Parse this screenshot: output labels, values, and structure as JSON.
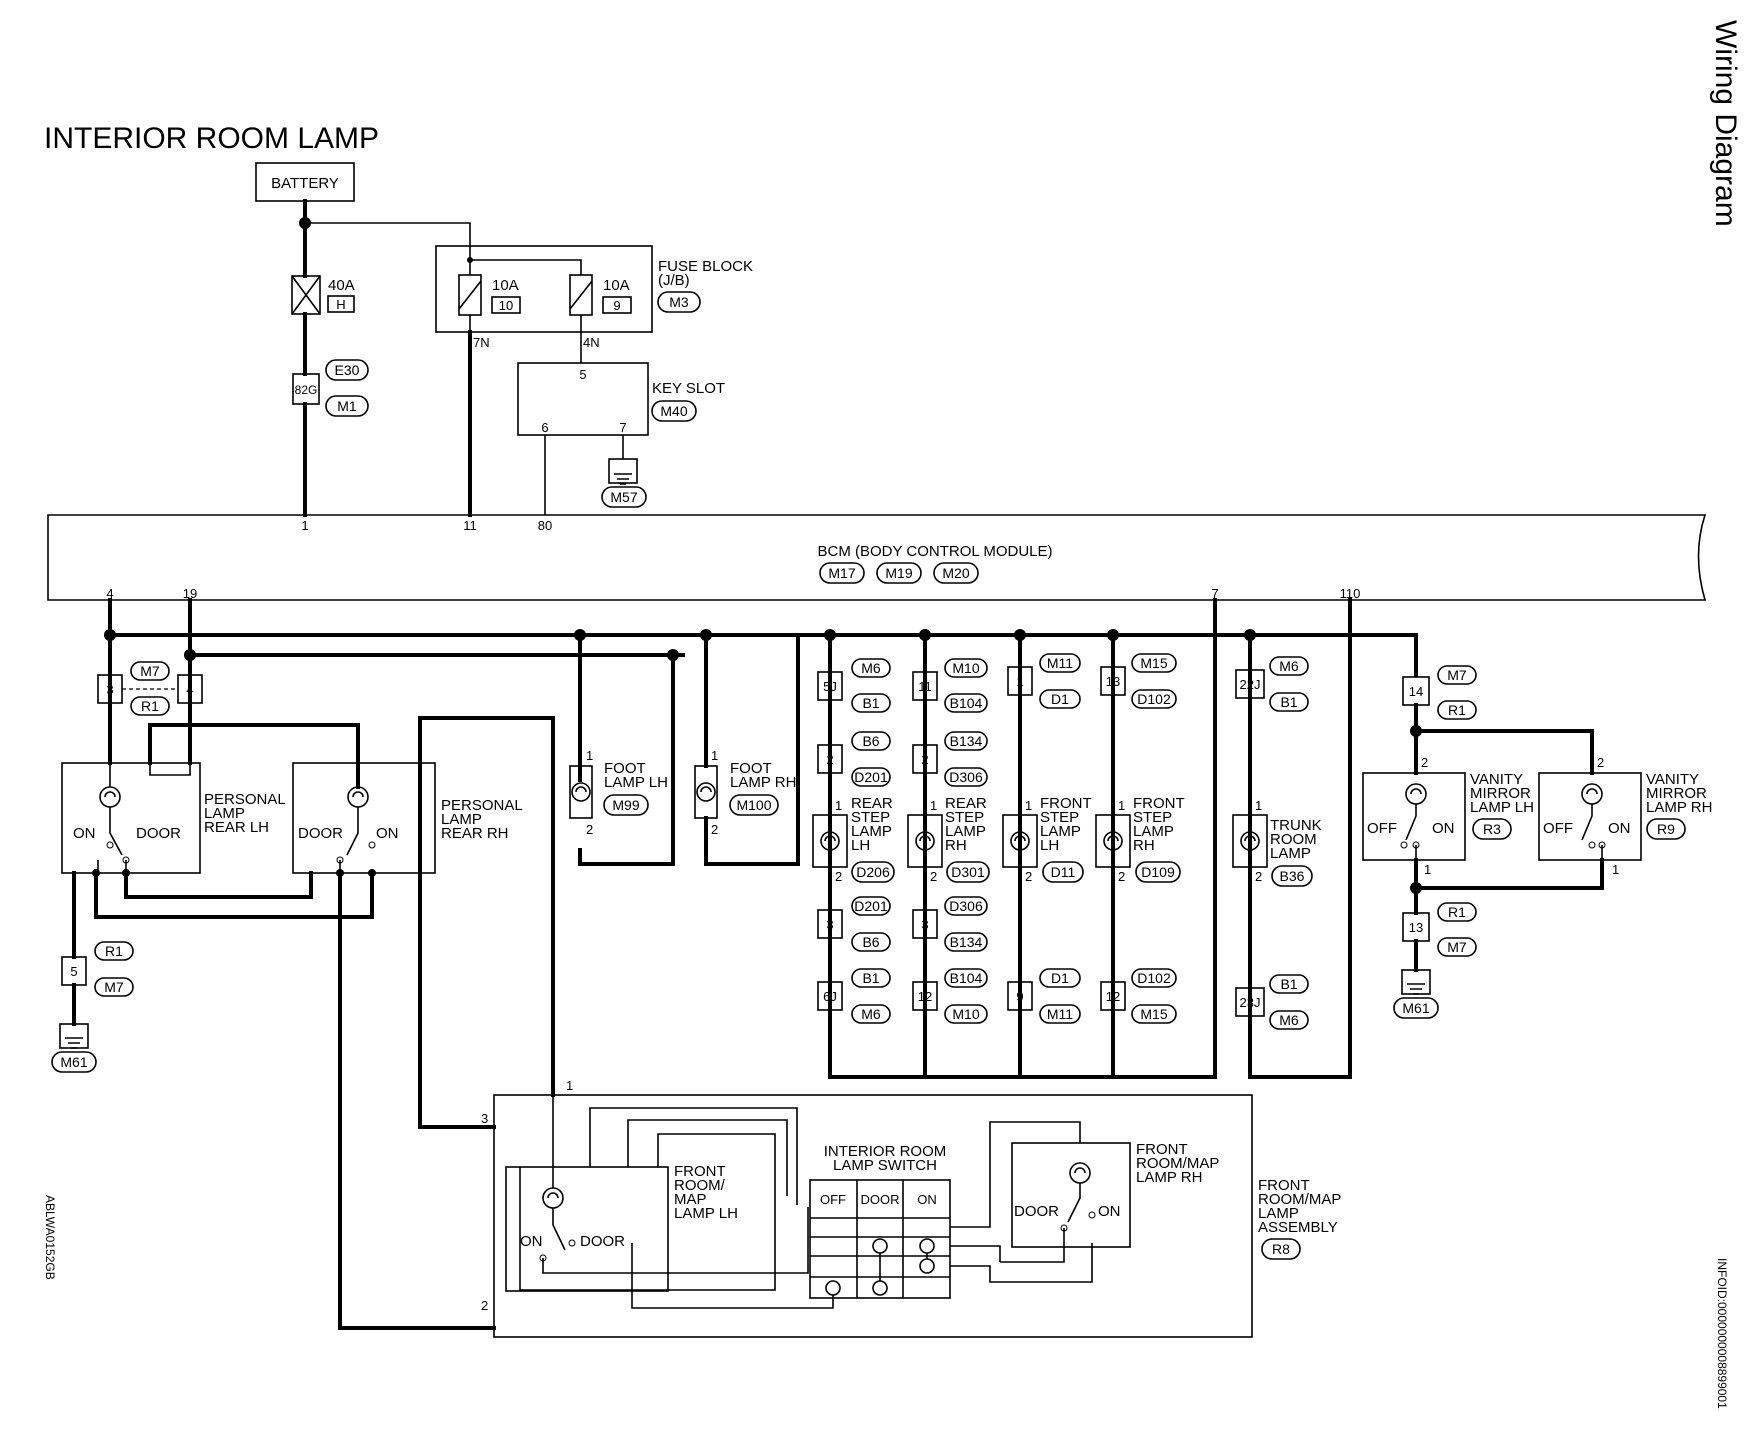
{
  "title": "INTERIOR ROOM LAMP",
  "side_title": "Wiring Diagram",
  "left_code": "ABLWA0152GB",
  "right_code": "INFOID:0000000008899001",
  "battery": "BATTERY",
  "fuse_40a": {
    "rating": "40A",
    "id": "H"
  },
  "fuse_block": {
    "line1": "FUSE BLOCK",
    "line2": "(J/B)",
    "conn": "M3",
    "f1": {
      "rating": "10A",
      "id": "10"
    },
    "f2": {
      "rating": "10A",
      "id": "9"
    },
    "out1": "7N",
    "out2": "4N"
  },
  "link_82g": {
    "pin": "82G",
    "c1": "E30",
    "c2": "M1"
  },
  "key_slot": {
    "name": "KEY SLOT",
    "conn": "M40",
    "p5": "5",
    "p6": "6",
    "p7": "7",
    "ground": "M57"
  },
  "bcm": {
    "name": "BCM (BODY CONTROL MODULE)",
    "c1": "M17",
    "c2": "M19",
    "c3": "M20",
    "pins": {
      "p1": "1",
      "p11": "11",
      "p80": "80",
      "p4": "4",
      "p19": "19",
      "p7": "7",
      "p110": "110"
    }
  },
  "jc_m7r1": {
    "p3": "3",
    "p4": "4",
    "c1": "M7",
    "c2": "R1"
  },
  "personal_lh": {
    "l1": "PERSONAL",
    "l2": "LAMP",
    "l3": "REAR LH",
    "on": "ON",
    "door": "DOOR"
  },
  "personal_rh": {
    "l1": "PERSONAL",
    "l2": "LAMP",
    "l3": "REAR RH",
    "on": "ON",
    "door": "DOOR"
  },
  "gnd_left": {
    "pin": "5",
    "c1": "R1",
    "c2": "M7",
    "ground": "M61"
  },
  "foot_lh": {
    "l1": "FOOT",
    "l2": "LAMP LH",
    "conn": "M99",
    "p1": "1",
    "p2": "2"
  },
  "foot_rh": {
    "l1": "FOOT",
    "l2": "LAMP RH",
    "conn": "M100",
    "p1": "1",
    "p2": "2"
  },
  "rear_step_lh": {
    "l1": "REAR",
    "l2": "STEP",
    "l3": "LAMP",
    "l4": "LH",
    "conn": "D206",
    "top_pin": "5J",
    "top_c1": "M6",
    "top_c2": "B1",
    "mid_pin": "2",
    "mid_c1": "B6",
    "mid_c2": "D201",
    "lamp_p1": "1",
    "lamp_p2": "2",
    "low_pin": "3",
    "low_c1": "D201",
    "low_c2": "B6",
    "bot_pin": "6J",
    "bot_c1": "B1",
    "bot_c2": "M6"
  },
  "rear_step_rh": {
    "l1": "REAR",
    "l2": "STEP",
    "l3": "LAMP",
    "l4": "RH",
    "conn": "D301",
    "top_pin": "11",
    "top_c1": "M10",
    "top_c2": "B104",
    "mid_pin": "2",
    "mid_c1": "B134",
    "mid_c2": "D306",
    "lamp_p1": "1",
    "lamp_p2": "2",
    "low_pin": "3",
    "low_c1": "D306",
    "low_c2": "B134",
    "bot_pin": "12",
    "bot_c1": "B104",
    "bot_c2": "M10"
  },
  "front_step_lh": {
    "l1": "FRONT",
    "l2": "STEP",
    "l3": "LAMP",
    "l4": "LH",
    "conn": "D11",
    "top_pin": "1",
    "top_c1": "M11",
    "top_c2": "D1",
    "lamp_p1": "1",
    "lamp_p2": "2",
    "bot_pin": "9",
    "bot_c1": "D1",
    "bot_c2": "M11"
  },
  "front_step_rh": {
    "l1": "FRONT",
    "l2": "STEP",
    "l3": "LAMP",
    "l4": "RH",
    "conn": "D109",
    "top_pin": "13",
    "top_c1": "M15",
    "top_c2": "D102",
    "lamp_p1": "1",
    "lamp_p2": "2",
    "bot_pin": "12",
    "bot_c1": "D102",
    "bot_c2": "M15"
  },
  "trunk": {
    "l1": "TRUNK",
    "l2": "ROOM",
    "l3": "LAMP",
    "conn": "B36",
    "top_pin": "22J",
    "top_c1": "M6",
    "top_c2": "B1",
    "lamp_p1": "1",
    "lamp_p2": "2",
    "bot_pin": "23J",
    "bot_c1": "B1",
    "bot_c2": "M6"
  },
  "vanity_jc": {
    "pin": "14",
    "c1": "M7",
    "c2": "R1"
  },
  "vanity_lh": {
    "l1": "VANITY",
    "l2": "MIRROR",
    "l3": "LAMP LH",
    "conn": "R3",
    "off": "OFF",
    "on": "ON",
    "p1": "1",
    "p2": "2"
  },
  "vanity_rh": {
    "l1": "VANITY",
    "l2": "MIRROR",
    "l3": "LAMP RH",
    "conn": "R9",
    "off": "OFF",
    "on": "ON",
    "p1": "1",
    "p2": "2"
  },
  "vanity_gnd": {
    "pin": "13",
    "c1": "R1",
    "c2": "M7",
    "ground": "M61"
  },
  "assembly": {
    "l1": "FRONT",
    "l2": "ROOM/MAP",
    "l3": "LAMP",
    "l4": "ASSEMBLY",
    "conn": "R8",
    "p1": "1",
    "p2": "2",
    "p3": "3"
  },
  "map_lh": {
    "l1": "FRONT",
    "l2": "ROOM/",
    "l3": "MAP",
    "l4": "LAMP LH",
    "on": "ON",
    "door": "DOOR"
  },
  "map_rh": {
    "l1": "FRONT",
    "l2": "ROOM/MAP",
    "l3": "LAMP RH",
    "on": "ON",
    "door": "DOOR"
  },
  "lamp_switch": {
    "l1": "INTERIOR ROOM",
    "l2": "LAMP SWITCH",
    "off": "OFF",
    "door": "DOOR",
    "on": "ON"
  }
}
